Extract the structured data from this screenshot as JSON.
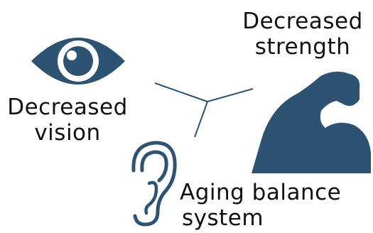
{
  "colors": {
    "icon": "#2d5272",
    "connector": "#2d5272",
    "text": "#111111",
    "background": "#ffffff"
  },
  "nodes": {
    "strength": {
      "icon": "flexed-arm-icon",
      "line1": "Decreased",
      "line2": "strength"
    },
    "vision": {
      "icon": "eye-icon",
      "line1": "Decreased",
      "line2": "vision"
    },
    "balance": {
      "icon": "ear-icon",
      "line1": "Aging balance",
      "line2": "system"
    }
  }
}
